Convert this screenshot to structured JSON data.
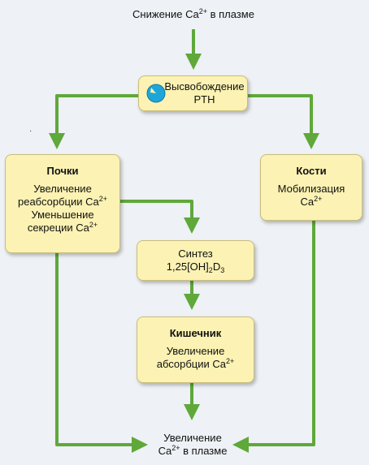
{
  "colors": {
    "arrow": "#5fa83a",
    "box_fill": "#fbf2b3",
    "icon": "#1fa6d8"
  },
  "top_label": {
    "text": "Снижение Ca",
    "sup": "2+",
    "tail": " в плазме"
  },
  "pth_box": {
    "line1": "Высвобождение",
    "line2": "PTH",
    "icon": "pth-gland-icon"
  },
  "kidney_box": {
    "title": "Почки",
    "line1": "Увеличение",
    "line2": "реабсорбции Ca",
    "line2_sup": "2+",
    "line3": "Уменьшение",
    "line4": "секреции Ca",
    "line4_sup": "2+"
  },
  "bones_box": {
    "title": "Кости",
    "line1": "Мобилизация",
    "line2": "Ca",
    "line2_sup": "2+"
  },
  "synthesis_box": {
    "line1": "Синтез",
    "line2_a": "1,25[OH]",
    "line2_sub1": "2",
    "line2_b": "D",
    "line2_sub2": "3"
  },
  "intestine_box": {
    "title": "Кишечник",
    "line1": "Увеличение",
    "line2": "абсорбции Ca",
    "line2_sup": "2+"
  },
  "bottom_label": {
    "line1": "Увеличение",
    "line2": "Ca",
    "line2_sup": "2+",
    "line2_tail": " в плазме"
  }
}
